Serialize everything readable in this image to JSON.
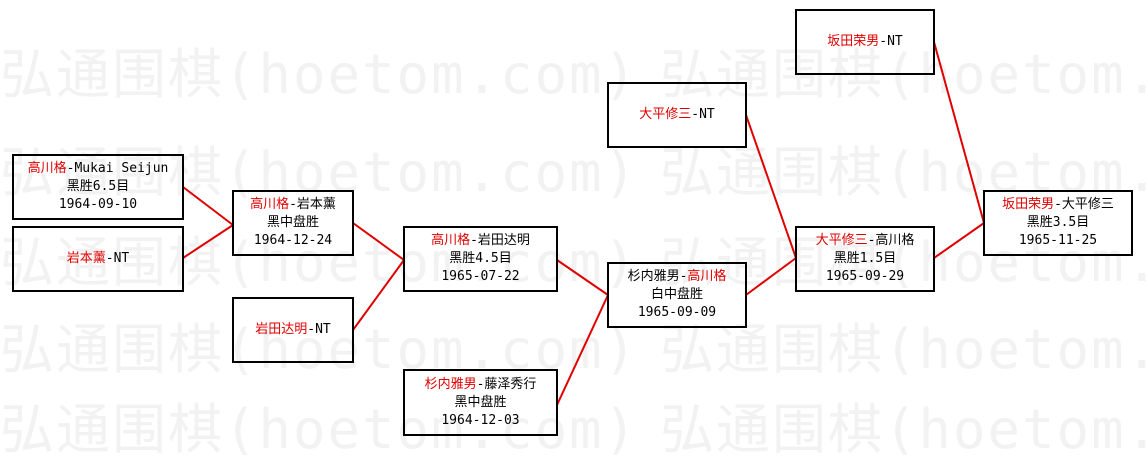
{
  "watermark": "弘通围棋(hoetom.com)",
  "colors": {
    "winner": "#e00000",
    "link": "#e00000",
    "border": "#000000"
  },
  "games": {
    "g1": {
      "winner": "高川格",
      "sep": "-",
      "loser": "Mukai Seijun",
      "result": "黑胜6.5目",
      "date": "1964-09-10"
    },
    "g2": {
      "winner": "岩本薰",
      "sep": "-",
      "loser": "NT"
    },
    "g3": {
      "winner": "高川格",
      "sep": "-",
      "loser": "岩本薰",
      "result": "黑中盘胜",
      "date": "1964-12-24"
    },
    "g4": {
      "winner": "岩田达明",
      "sep": "-",
      "loser": "NT"
    },
    "g5": {
      "winner": "高川格",
      "sep": "-",
      "loser": "岩田达明",
      "result": "黑胜4.5目",
      "date": "1965-07-22"
    },
    "g6": {
      "winner": "杉内雅男",
      "sep": "-",
      "loser": "藤泽秀行",
      "result": "黑中盘胜",
      "date": "1964-12-03"
    },
    "g7": {
      "loser": "杉内雅男",
      "sep": "-",
      "winner": "高川格",
      "result": "白中盘胜",
      "date": "1965-09-09"
    },
    "g8": {
      "winner": "大平修三",
      "sep": "-",
      "loser": "NT"
    },
    "g9": {
      "winner": "大平修三",
      "sep": "-",
      "loser": "高川格",
      "result": "黑胜1.5目",
      "date": "1965-09-29"
    },
    "g10": {
      "winner": "坂田荣男",
      "sep": "-",
      "loser": "NT"
    },
    "g11": {
      "winner": "坂田荣男",
      "sep": "-",
      "loser": "大平修三",
      "result": "黑胜3.5目",
      "date": "1965-11-25"
    }
  }
}
